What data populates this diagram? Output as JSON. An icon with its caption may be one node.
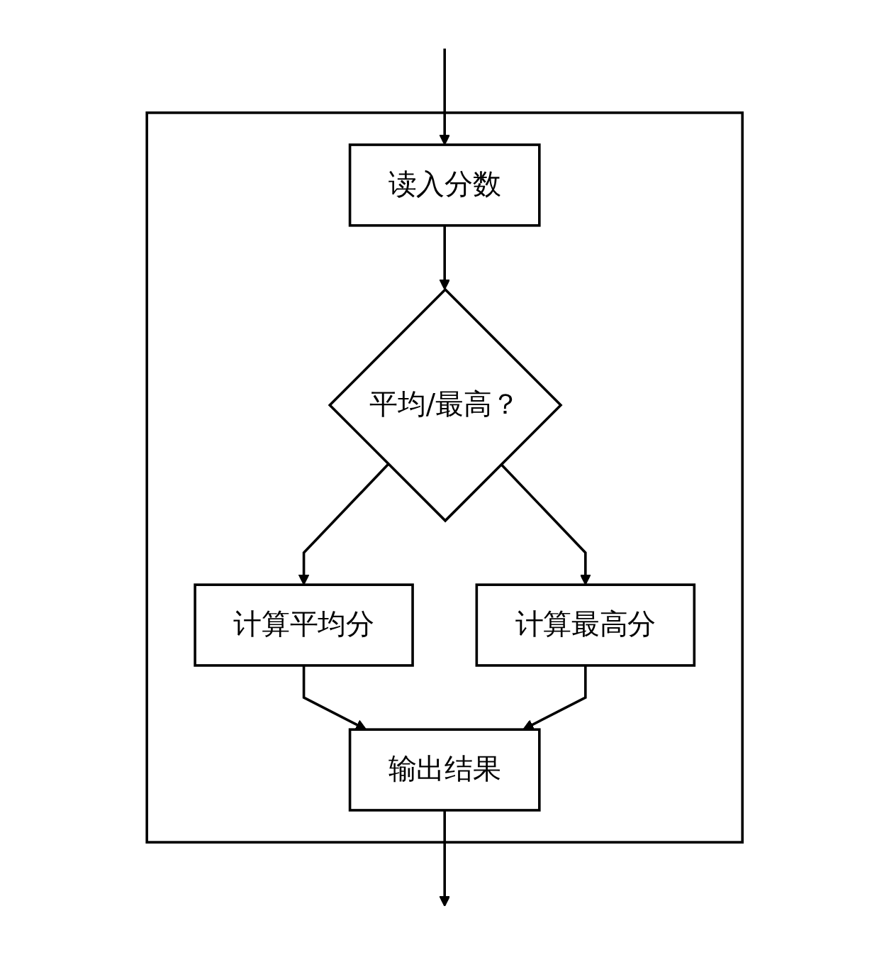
{
  "diagram": {
    "nodes": [
      {
        "text": [],
        "shape": "box"
      },
      {
        "text": [
          "读入分数"
        ],
        "in": 0
      },
      {
        "text": [
          "平均/最高？"
        ],
        "in": 0
      },
      {
        "text": [
          "计算平均分"
        ],
        "in": 0
      },
      {
        "text": [
          "计算最高分"
        ],
        "in": 0
      },
      {
        "text": [
          "输出结果"
        ],
        "in": 0
      }
    ],
    "edges": [
      {
        "from": null,
        "to": 1,
        "arrow": "to"
      },
      {
        "from": 1,
        "to": 2,
        "arrow": "to"
      },
      {
        "from": 2,
        "to": 3,
        "arrow": "to"
      },
      {
        "from": 2,
        "to": 4,
        "arrow": "to"
      },
      {
        "from": 3,
        "to": 5,
        "arrow": "to"
      },
      {
        "from": 4,
        "to": 5,
        "arrow": "to"
      },
      {
        "from": 5,
        "to": null,
        "arrow": "to"
      }
    ]
  }
}
